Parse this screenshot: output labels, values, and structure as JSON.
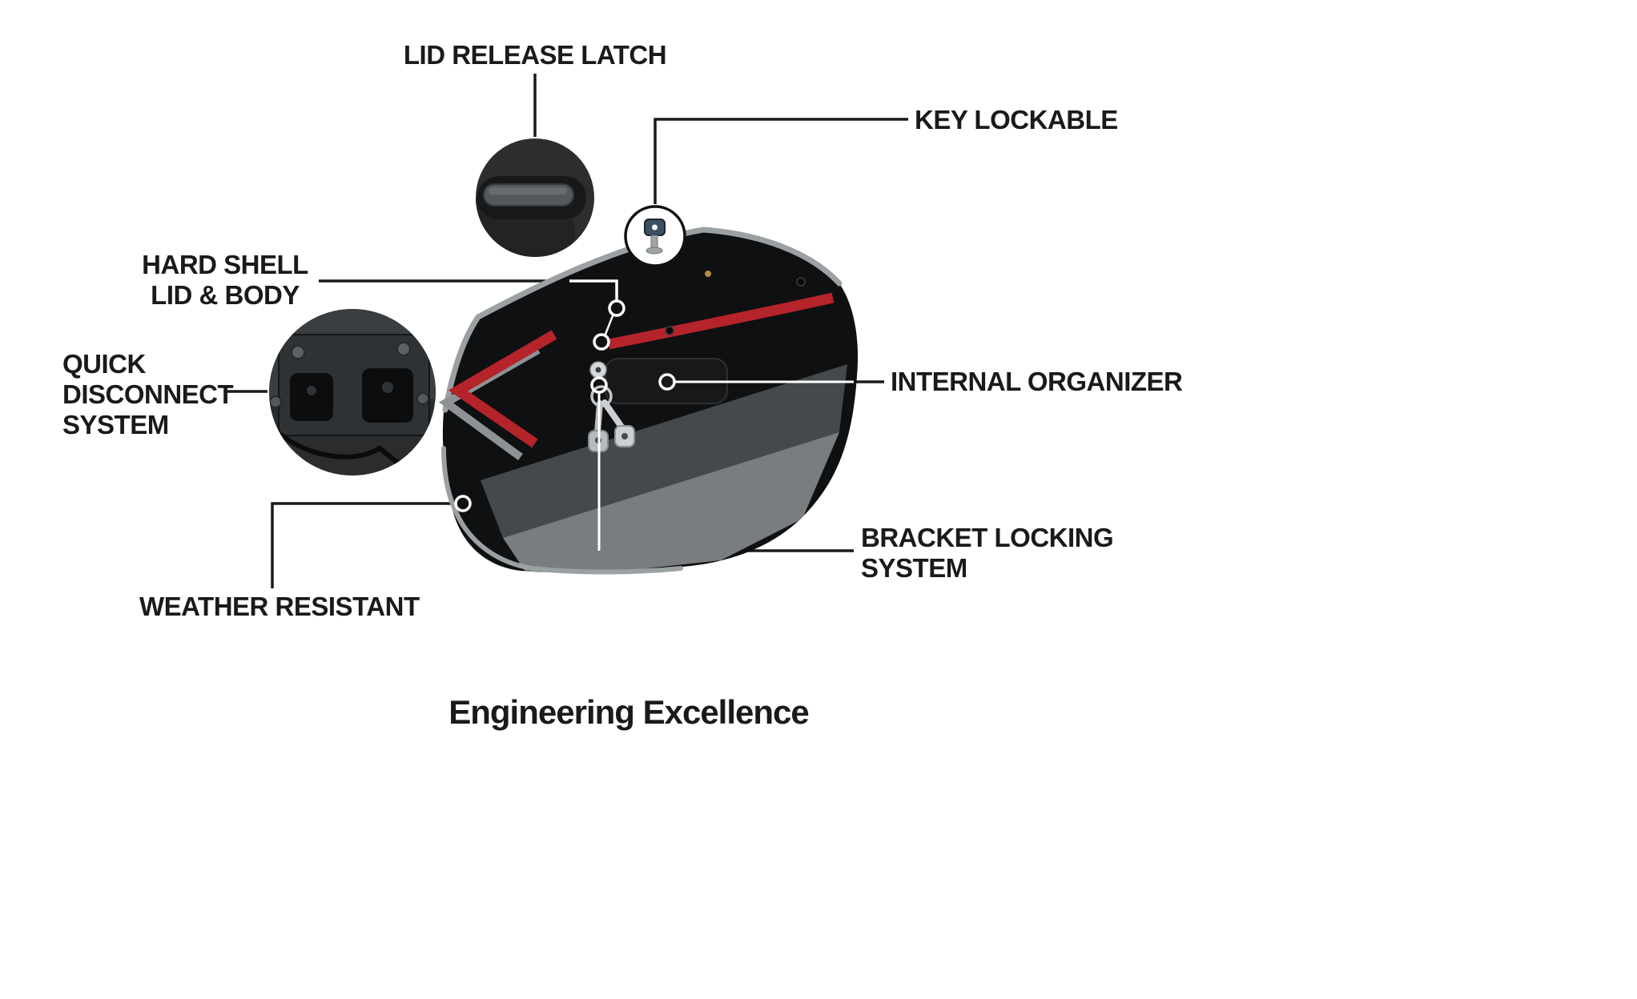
{
  "page": {
    "title": "Engineering Excellence"
  },
  "colors": {
    "accent-red": "#b5232b",
    "label-text": "#1a1a1a",
    "bag-black": "#0f1011",
    "trim-gray": "#9ba0a3"
  },
  "callouts": {
    "lid_release_latch": {
      "label": "LID RELEASE LATCH"
    },
    "key_lockable": {
      "label": "KEY LOCKABLE"
    },
    "hard_shell": {
      "line1": "HARD SHELL",
      "line2": "LID & BODY"
    },
    "quick_disconnect": {
      "line1": "QUICK",
      "line2": "DISCONNECT",
      "line3": "SYSTEM"
    },
    "internal_organizer": {
      "label": "INTERNAL ORGANIZER"
    },
    "bracket_locking": {
      "line1": "BRACKET LOCKING",
      "line2": "SYSTEM"
    },
    "weather_resistant": {
      "label": "WEATHER RESISTANT"
    }
  },
  "icons": {
    "lid_latch_detail": "latch-handle-closeup",
    "key_lockable": "key-icon",
    "quick_disconnect_detail": "mounting-bracket-closeup",
    "callout_marker": "ring-marker"
  }
}
